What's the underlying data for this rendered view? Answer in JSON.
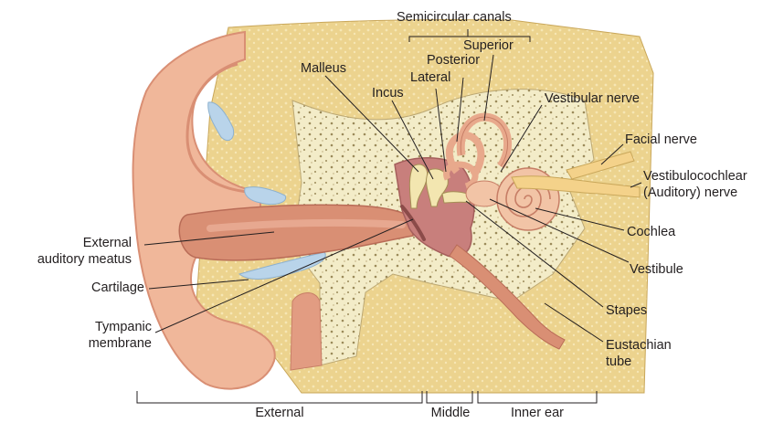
{
  "labels": {
    "semicircular_canals": "Semicircular canals",
    "superior": "Superior",
    "posterior": "Posterior",
    "lateral": "Lateral",
    "malleus": "Malleus",
    "incus": "Incus",
    "vestibular_nerve": "Vestibular nerve",
    "facial_nerve": "Facial nerve",
    "vestibulocochlear_1": "Vestibulocochlear",
    "vestibulocochlear_2": "(Auditory) nerve",
    "cochlea": "Cochlea",
    "vestibule": "Vestibule",
    "stapes": "Stapes",
    "eustachian_1": "Eustachian",
    "eustachian_2": "tube",
    "external_meatus_1": "External",
    "external_meatus_2": "auditory meatus",
    "cartilage": "Cartilage",
    "tympanic_1": "Tympanic",
    "tympanic_2": "membrane"
  },
  "regions": {
    "external": "External",
    "middle": "Middle",
    "inner": "Inner ear"
  },
  "colors": {
    "bone_light": "#f3ecc8",
    "bone_dark": "#e5cf86",
    "skin": "#f0b79a",
    "skin_dark": "#d98f74",
    "canal": "#c97562",
    "middle_ear": "#c87f7c",
    "cartilage": "#b9d4ea",
    "cochlea": "#f2c4a6",
    "nerve": "#f4d28a",
    "leader": "#231f20"
  }
}
